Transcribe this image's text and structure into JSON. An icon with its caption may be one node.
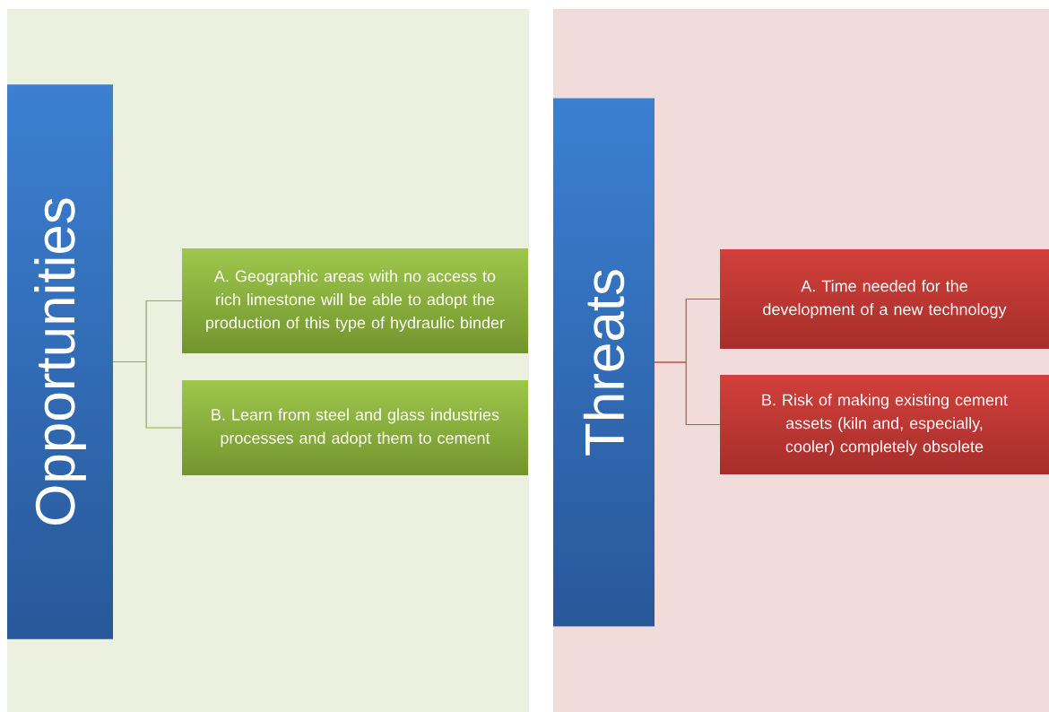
{
  "diagram": {
    "nodes": [
      {
        "text": [],
        "shape": "box"
      },
      {
        "text": [
          "Opportunities"
        ],
        "in": 0
      },
      {
        "text": [
          "A. Geographic areas with no access to rich limestone will be able to adopt the production of this type of hydraulic binder"
        ],
        "in": 0
      },
      {
        "text": [
          "B. Learn from steel and glass industries processes and adopt them to cement"
        ],
        "in": 0
      },
      {
        "text": [],
        "shape": "box"
      },
      {
        "text": [
          "Threats"
        ],
        "in": 4
      },
      {
        "text": [
          "A. Time needed for the development of a new technology"
        ],
        "in": 4
      },
      {
        "text": [
          "B. Risk of making existing cement assets (kiln and, especially, cooler) completely obsolete"
        ],
        "in": 4
      }
    ],
    "edges": [
      {
        "from": 1,
        "to": 2,
        "arrow": "none"
      },
      {
        "from": 1,
        "to": 3,
        "arrow": "none"
      },
      {
        "from": 5,
        "to": 6,
        "arrow": "none",
        "color": "#c0504d"
      },
      {
        "from": 5,
        "to": 7,
        "arrow": "none",
        "color": "#c0504d"
      }
    ]
  }
}
